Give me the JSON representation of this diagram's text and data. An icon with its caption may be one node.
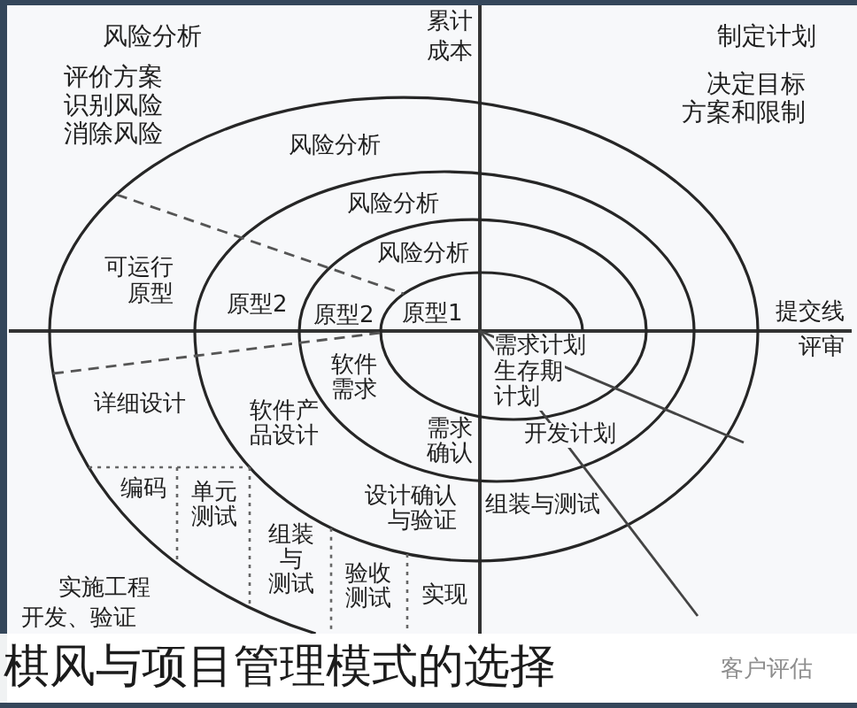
{
  "diagram": {
    "caption": "棋风与项目管理模式的选择",
    "labels": [
      "累计成本",
      "风险分析",
      "制定计划",
      "评价方案识别风险消除风险",
      "决定目标方案和限制",
      "风险分析",
      "风险分析",
      "风险分析",
      "可运行原型",
      "原型2",
      "原型2",
      "原型1",
      "提交线",
      "需求计划",
      "评审",
      "软件需求",
      "生存期计划",
      "详细设计",
      "软件产品设计",
      "需求确认",
      "开发计划",
      "编码",
      "单元测试",
      "设计确认与验证",
      "组装与测试",
      "组装与测试",
      "验收测试",
      "实施工程",
      "实现",
      "开发、验证",
      "客户评估"
    ]
  }
}
